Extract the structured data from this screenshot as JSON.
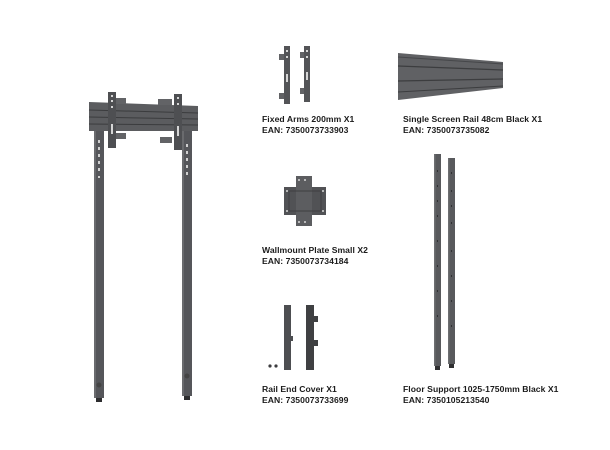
{
  "products": [
    {
      "id": "fixed-arms",
      "name": "Fixed Arms 200mm X1",
      "ean": "EAN: 7350073733903"
    },
    {
      "id": "single-screen-rail",
      "name": "Single Screen Rail 48cm Black X1",
      "ean": "EAN: 7350073735082"
    },
    {
      "id": "wallmount-plate",
      "name": "Wallmount Plate Small X2",
      "ean": "EAN: 7350073734184"
    },
    {
      "id": "rail-end-cover",
      "name": "Rail End Cover X1",
      "ean": "EAN: 7350073733699"
    },
    {
      "id": "floor-support",
      "name": "Floor Support 1025-1750mm Black X1",
      "ean": "EAN: 7350105213540"
    }
  ],
  "colors": {
    "metal": "#58595b",
    "metal_dark": "#3e3f41",
    "metal_light": "#6d6e70",
    "hole": "#d9d9d9"
  }
}
